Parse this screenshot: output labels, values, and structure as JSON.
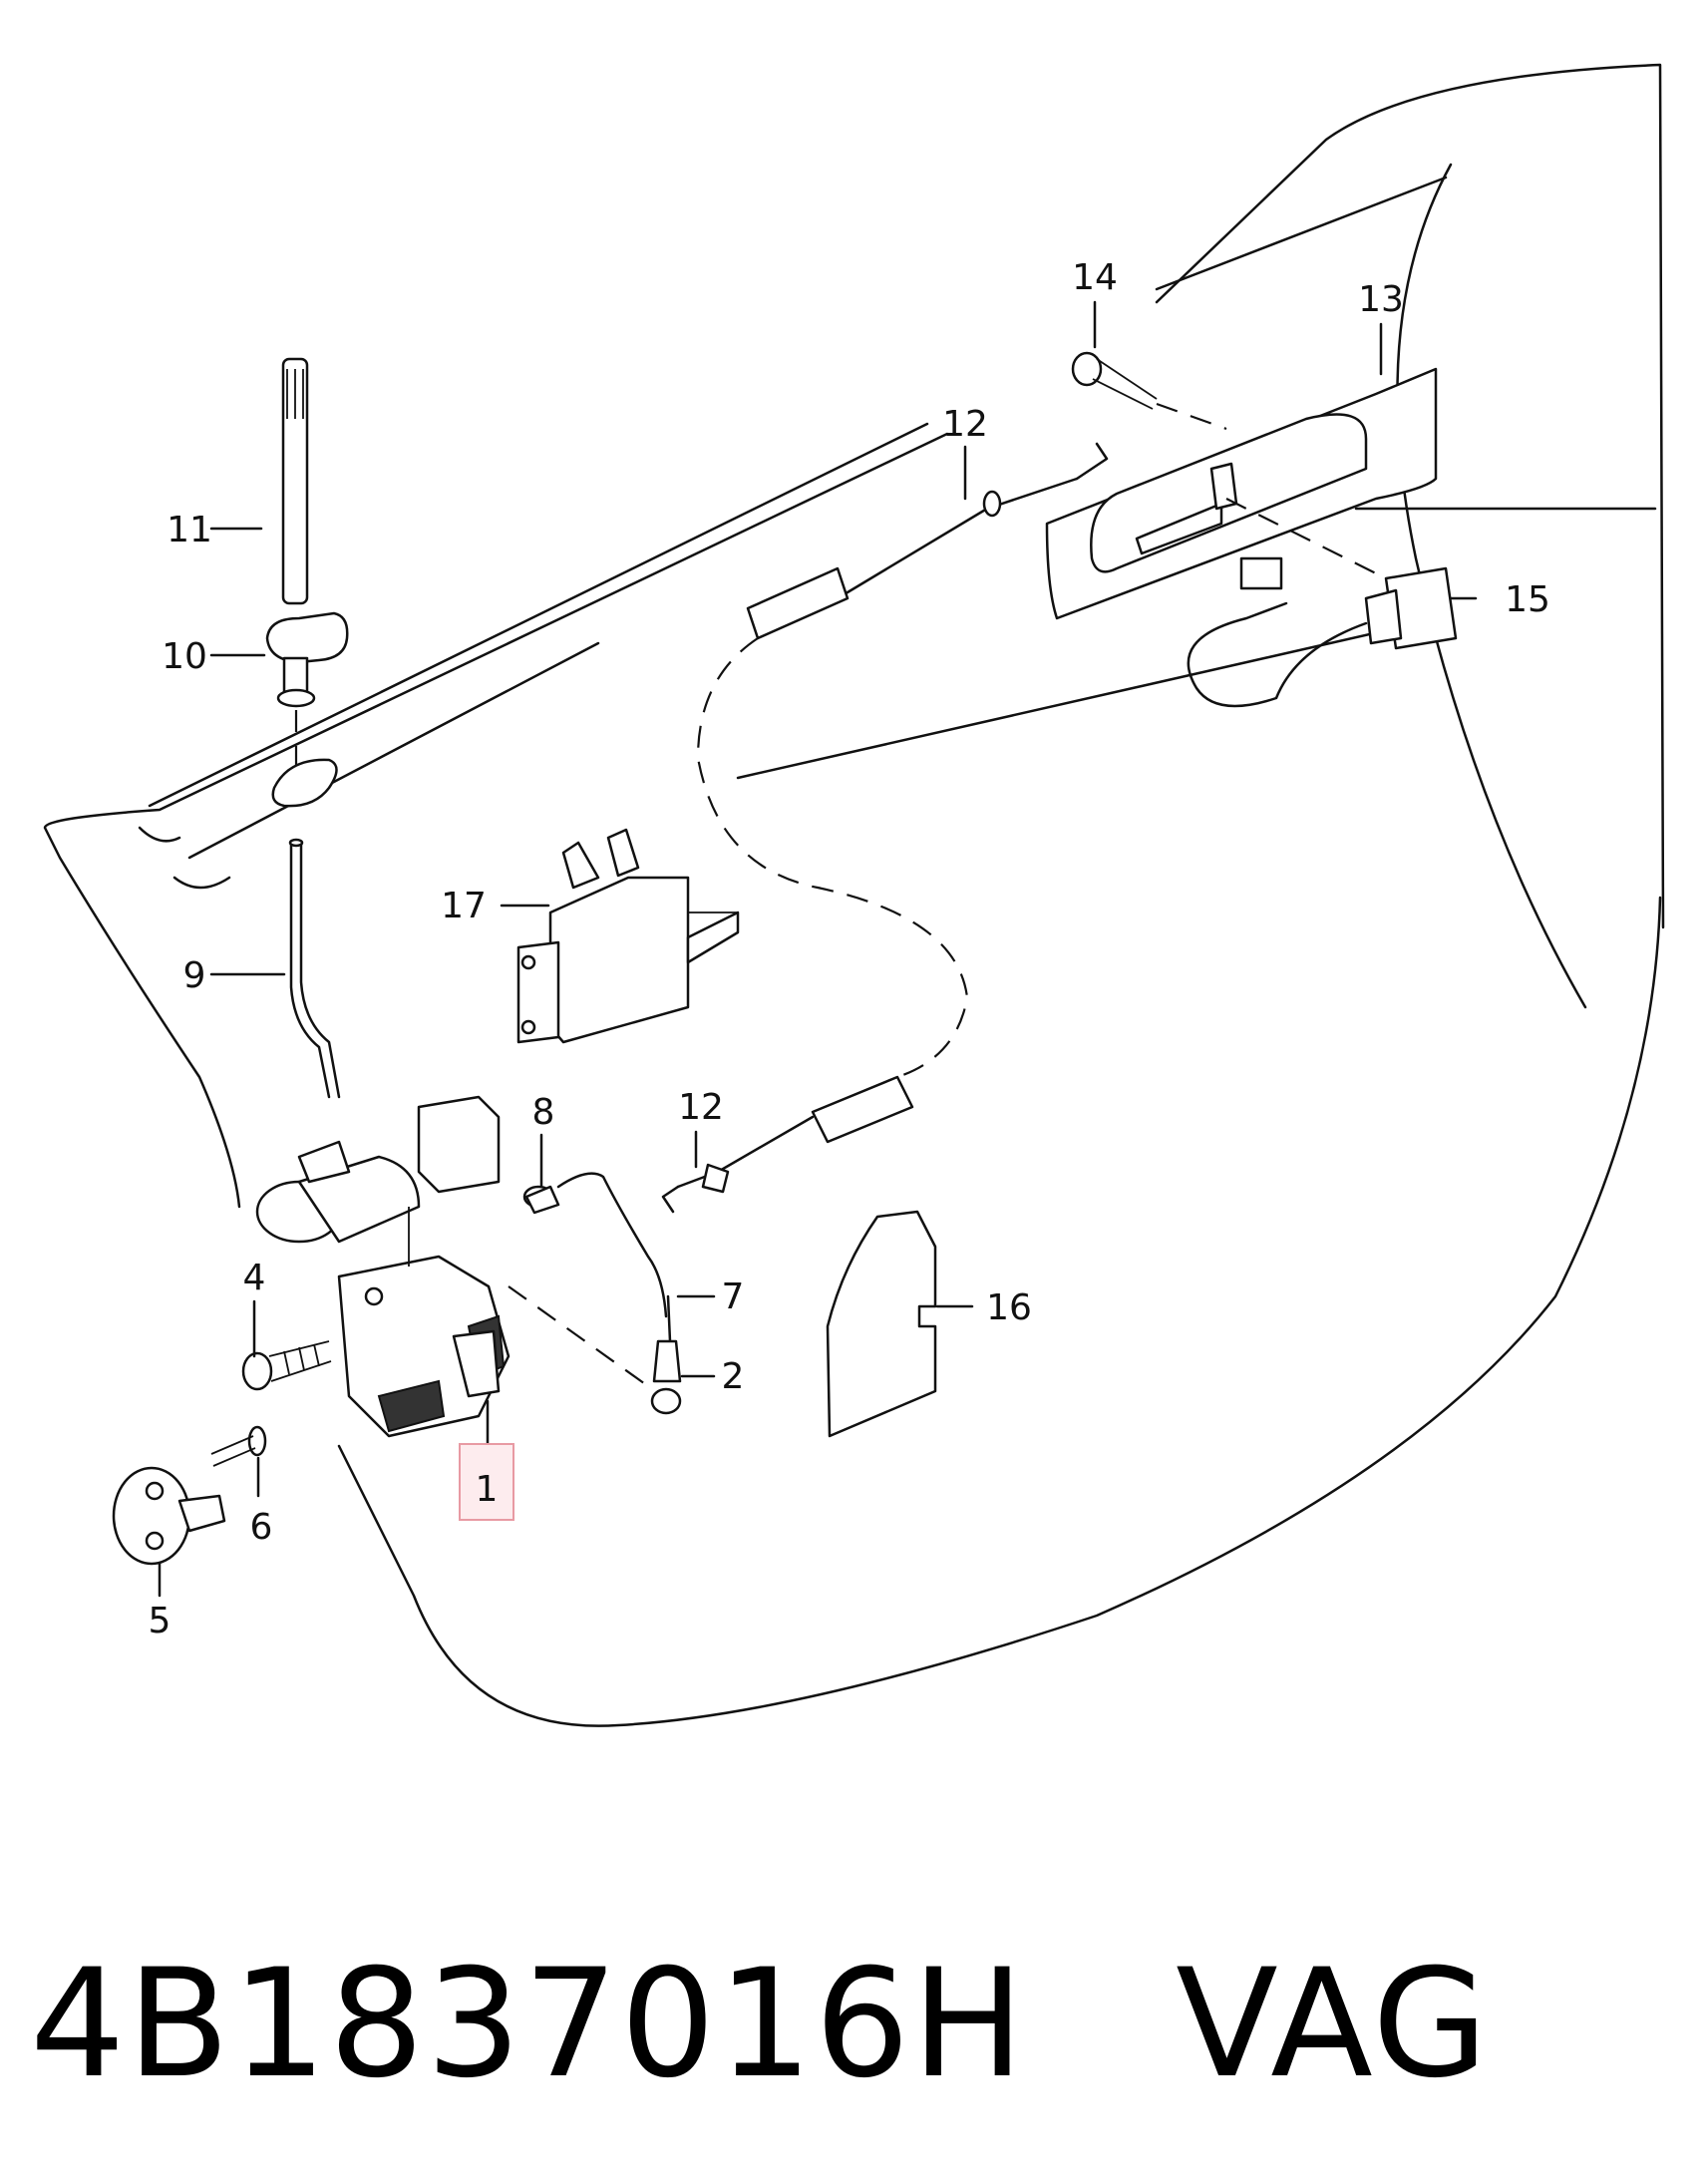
{
  "callouts": {
    "c1": "1",
    "c2": "2",
    "c4": "4",
    "c5": "5",
    "c6": "6",
    "c7": "7",
    "c8": "8",
    "c9": "9",
    "c10": "10",
    "c11": "11",
    "c12a": "12",
    "c12b": "12",
    "c13": "13",
    "c14": "14",
    "c15": "15",
    "c16": "16",
    "c17": "17"
  },
  "footer": {
    "part_number": "4B1837016H",
    "brand": "VAG"
  },
  "colors": {
    "highlight_fill": "#fdecee",
    "highlight_stroke": "#e89aa3",
    "line": "#111111"
  }
}
